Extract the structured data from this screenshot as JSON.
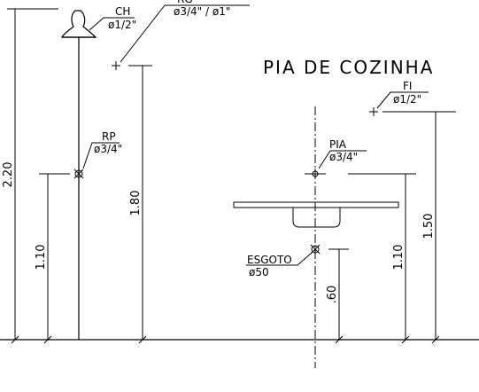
{
  "title": "PIA DE COZINHA",
  "points": {
    "ch": {
      "code": "CH",
      "diameter": "ø1/2\""
    },
    "rg": {
      "code": "RG",
      "diameter": "ø3/4\" / ø1\""
    },
    "rp": {
      "code": "RP",
      "diameter": "ø3/4\""
    },
    "pia": {
      "code": "PIA",
      "diameter": "ø3/4\""
    },
    "fi": {
      "code": "FI",
      "diameter": "ø1/2\""
    },
    "esgoto": {
      "code": "ESGOTO",
      "diameter": "ø50"
    }
  },
  "dimensions": {
    "ch_height": "2.20",
    "rp_height": "1.10",
    "rg_height": "1.80",
    "pia_height": "1.10",
    "fi_height": "1.50",
    "esgoto_height": ".60"
  }
}
